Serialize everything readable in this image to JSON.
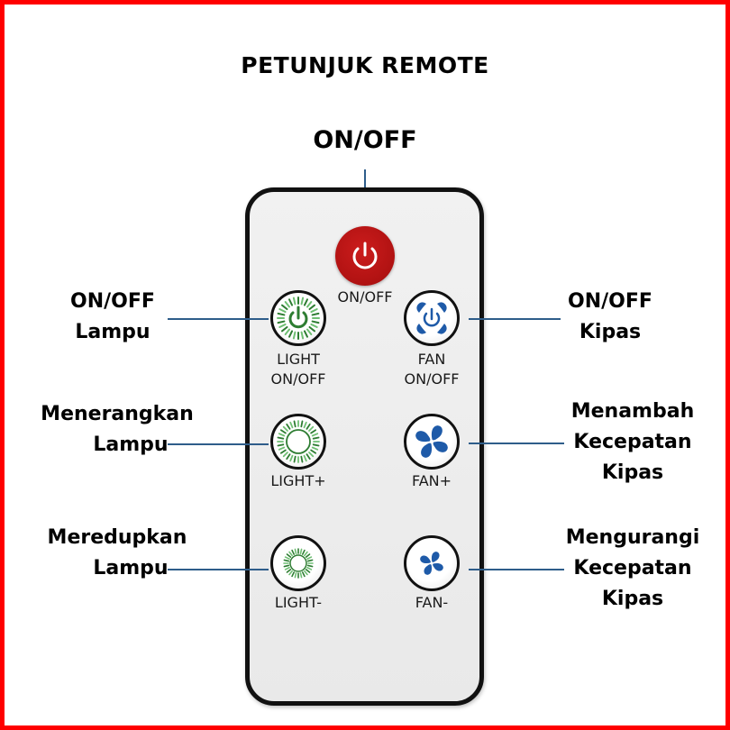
{
  "title": "PETUNJUK REMOTE",
  "top_callout": "ON/OFF",
  "remote": {
    "power_button": {
      "label": "ON/OFF",
      "icon": "power-icon",
      "color": "#b81414"
    },
    "buttons": [
      {
        "id": "light-onoff",
        "label_line1": "LIGHT",
        "label_line2": "ON/OFF",
        "icon": "light-power-icon",
        "color": "#2e7d32"
      },
      {
        "id": "fan-onoff",
        "label_line1": "FAN",
        "label_line2": "ON/OFF",
        "icon": "fan-power-icon",
        "color": "#1e5aa8"
      },
      {
        "id": "light-plus",
        "label_line1": "LIGHT+",
        "icon": "light-bright-icon",
        "color": "#2e7d32"
      },
      {
        "id": "fan-plus",
        "label_line1": "FAN+",
        "icon": "fan-icon",
        "color": "#1e5aa8"
      },
      {
        "id": "light-minus",
        "label_line1": "LIGHT-",
        "icon": "light-dim-icon",
        "color": "#2e7d32"
      },
      {
        "id": "fan-minus",
        "label_line1": "FAN-",
        "icon": "fan-small-icon",
        "color": "#1e5aa8"
      }
    ]
  },
  "callouts": {
    "left": [
      {
        "line1": "ON/OFF",
        "line2": "Lampu"
      },
      {
        "line1": "Menerangkan",
        "line2": "Lampu"
      },
      {
        "line1": "Meredupkan",
        "line2": "Lampu"
      }
    ],
    "right": [
      {
        "line1": "ON/OFF",
        "line2": "Kipas"
      },
      {
        "line1": "Menambah",
        "line2": "Kecepatan",
        "line3": "Kipas"
      },
      {
        "line1": "Mengurangi",
        "line2": "Kecepatan",
        "line3": "Kipas"
      }
    ]
  },
  "colors": {
    "frame": "#ff0000",
    "leader_line": "#2e5d8a",
    "light_green": "#2e7d32",
    "fan_blue": "#1e5aa8"
  }
}
